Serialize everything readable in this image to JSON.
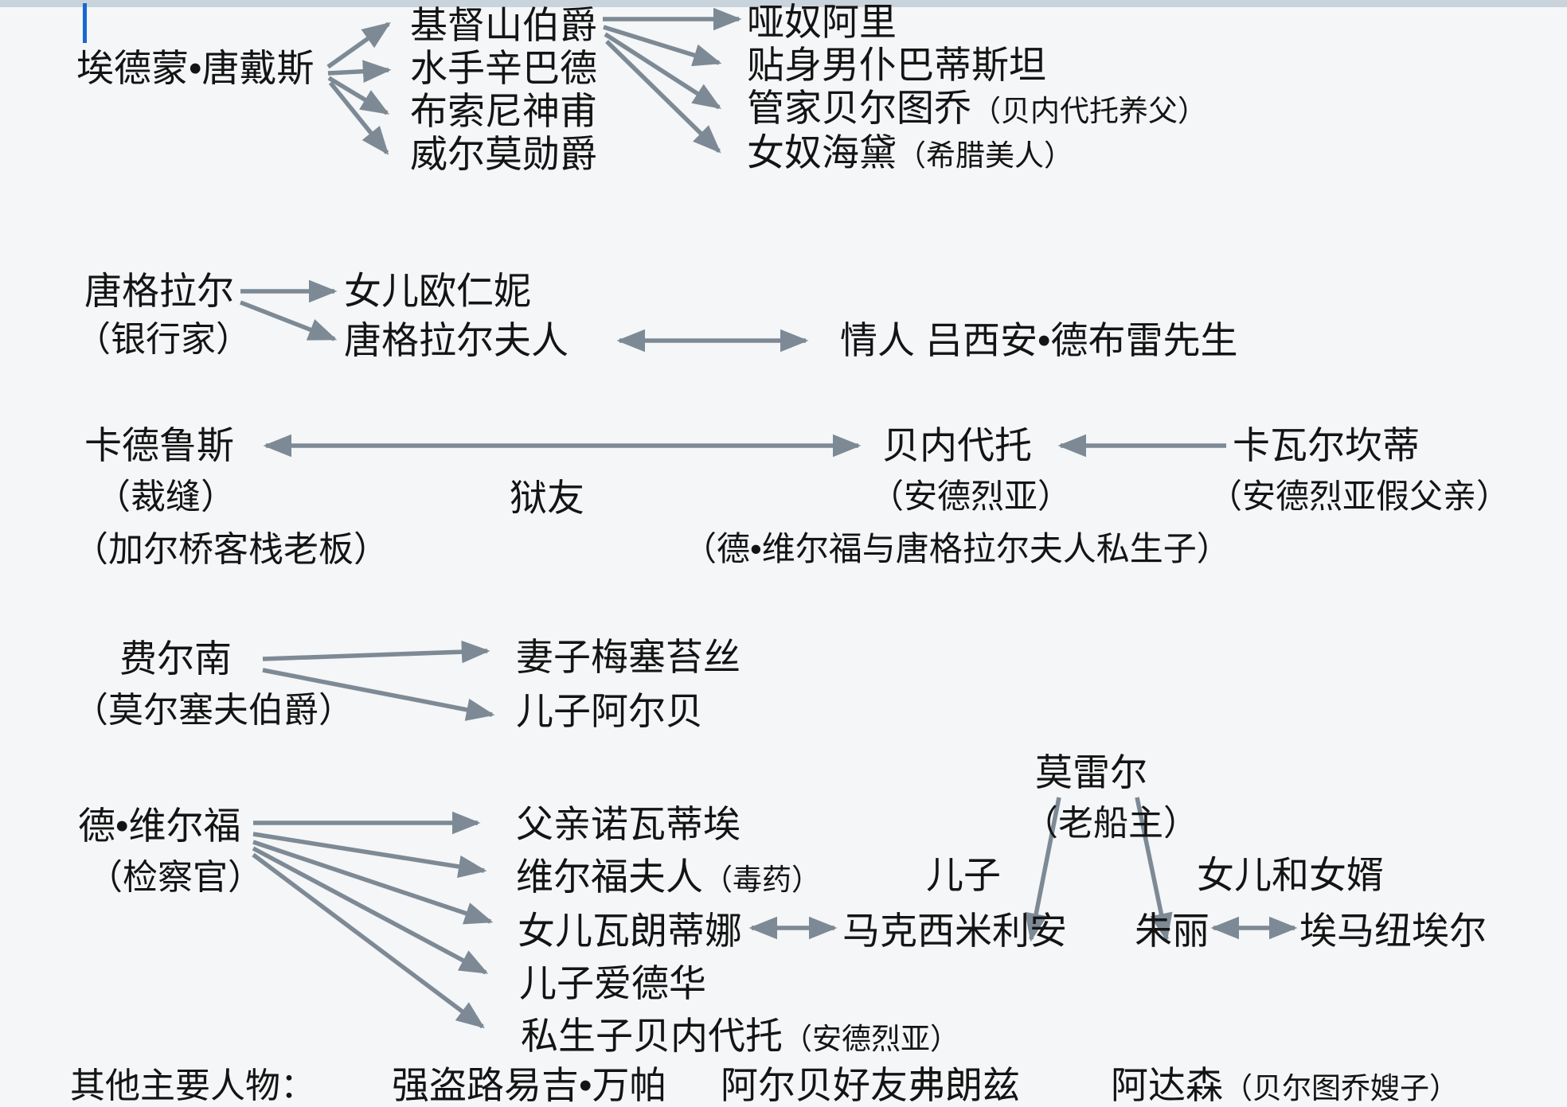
{
  "colors": {
    "background": "#f4f6f7",
    "top_strip": "#c9d3dc",
    "arrow": "#7d8a95",
    "text": "#141414",
    "cursor": "#1967d2"
  },
  "sections": {
    "dantes": {
      "name": "埃德蒙•唐戴斯",
      "aliases": [
        "基督山伯爵",
        "水手辛巴德",
        "布索尼神甫",
        "威尔莫勋爵"
      ],
      "servants": [
        {
          "name": "哑奴阿里",
          "note": ""
        },
        {
          "name": "贴身男仆巴蒂斯坦",
          "note": ""
        },
        {
          "name": "管家贝尔图乔",
          "note": "（贝内代托养父）"
        },
        {
          "name": "女奴海黛",
          "note": "（希腊美人）"
        }
      ]
    },
    "danglars": {
      "name": "唐格拉尔",
      "role": "（银行家）",
      "daughter": "女儿欧仁妮",
      "wife": "唐格拉尔夫人",
      "lover": "情人 吕西安•德布雷先生"
    },
    "caderousse": {
      "name": "卡德鲁斯",
      "role1": "（裁缝）",
      "role2": "（加尔桥客栈老板）",
      "relation": "狱友"
    },
    "benedetto": {
      "name": "贝内代托",
      "alias": "（安德烈亚）",
      "origin": "（德•维尔福与唐格拉尔夫人私生子）"
    },
    "cavalcanti": {
      "name": "卡瓦尔坎蒂",
      "role": "（安德烈亚假父亲）"
    },
    "fernand": {
      "name": "费尔南",
      "role": "（莫尔塞夫伯爵）",
      "wife": "妻子梅塞苔丝",
      "son": "儿子阿尔贝"
    },
    "villefort": {
      "name": "德•维尔福",
      "role": "（检察官）",
      "father": "父亲诺瓦蒂埃",
      "wife": "维尔福夫人",
      "wife_note": "（毒药）",
      "daughter": "女儿瓦朗蒂娜",
      "son": "儿子爱德华",
      "bastard": "私生子贝内代托",
      "bastard_note": "（安德烈亚）"
    },
    "morrel": {
      "name": "莫雷尔",
      "role": "（老船主）",
      "son_label": "儿子",
      "daughter_label": "女儿和女婿",
      "son": "马克西米利安",
      "daughter": "朱丽",
      "son_in_law": "埃马纽埃尔"
    },
    "others": {
      "label": "其他主要人物：",
      "item1": "强盗路易吉•万帕",
      "item2": "阿尔贝好友弗朗兹",
      "item3": "阿达森",
      "item3_note": "（贝尔图乔嫂子）"
    }
  }
}
